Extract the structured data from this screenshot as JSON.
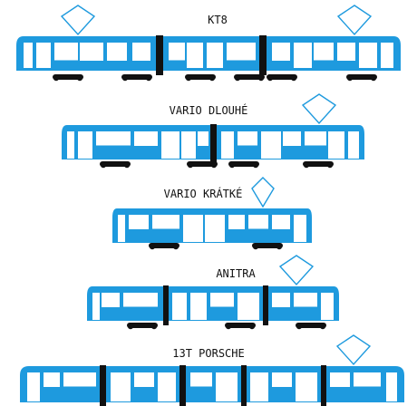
{
  "colors": {
    "body": "#1e9ade",
    "window": "#ffffff",
    "joint": "#111111",
    "wheel": "#111111",
    "line": "#111111"
  },
  "trams": [
    {
      "name": "KT8"
    },
    {
      "name": "VARIO DLOUHÉ"
    },
    {
      "name": "VARIO KRÁTKÉ"
    },
    {
      "name": "ANITRA"
    },
    {
      "name": "13T PORSCHE"
    }
  ]
}
